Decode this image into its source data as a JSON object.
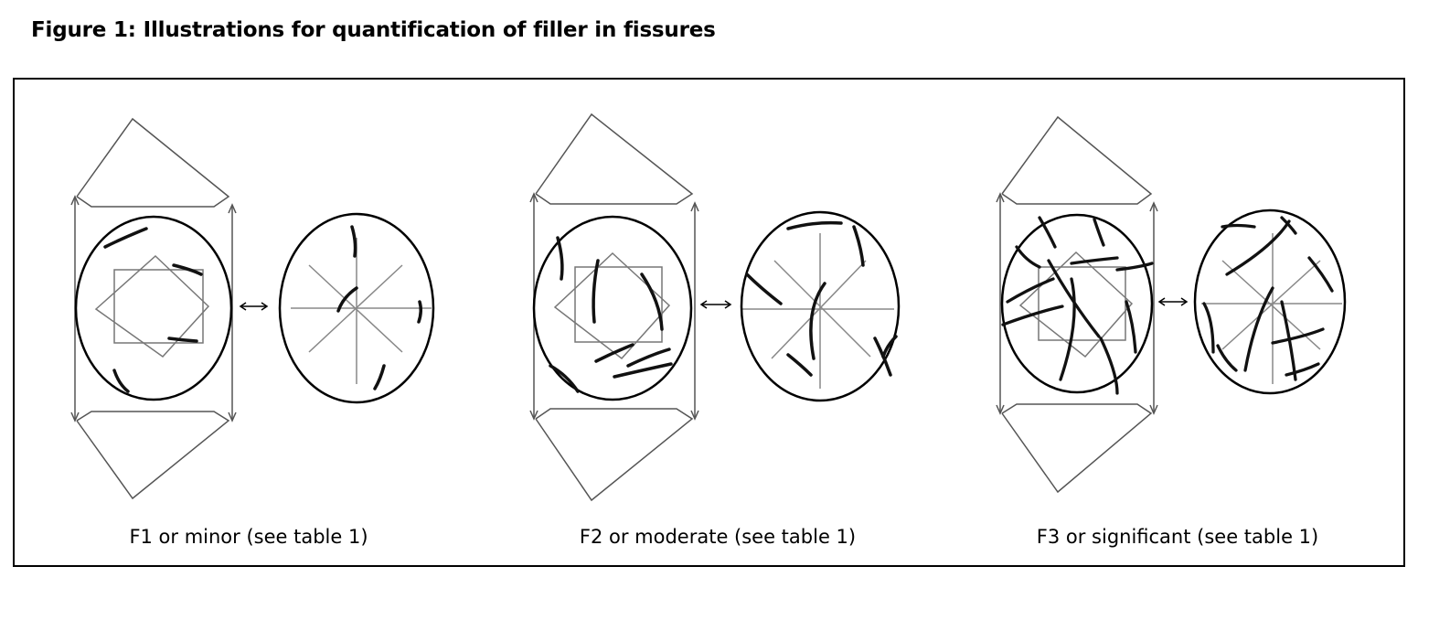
{
  "figure": {
    "title": "Figure 1: Illustrations for quantification of filler in fissures"
  },
  "panels": [
    {
      "id": "F1",
      "caption": "F1 or minor (see table 1)",
      "fissure_level": "minor"
    },
    {
      "id": "F2",
      "caption": "F2 or moderate (see table 1)",
      "fissure_level": "moderate"
    },
    {
      "id": "F3",
      "caption": "F3 or significant (see table 1)",
      "fissure_level": "significant"
    }
  ]
}
